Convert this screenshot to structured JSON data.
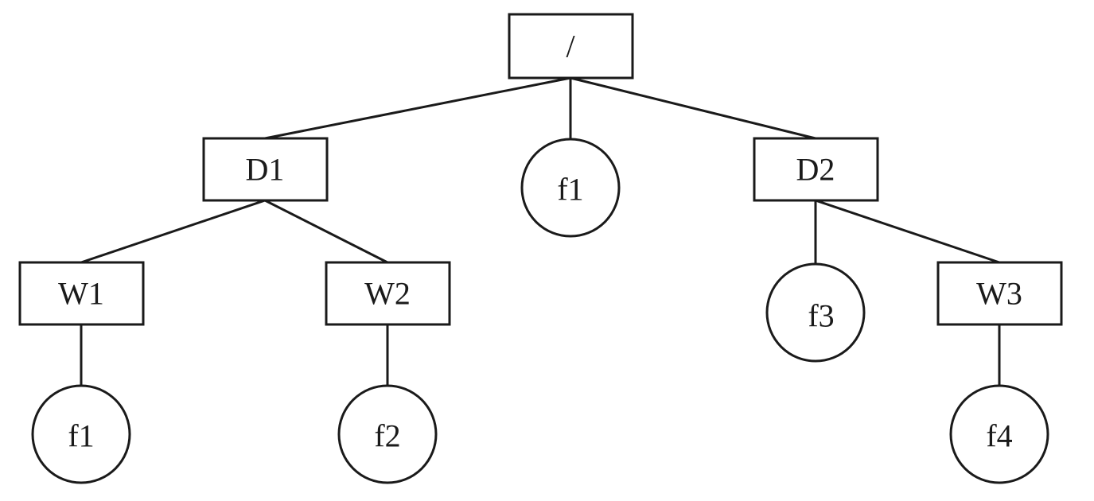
{
  "colors": {
    "stroke": "#1a1a1a",
    "background": "#ffffff"
  },
  "nodes": {
    "root": {
      "label": "/",
      "shape": "rect"
    },
    "d1": {
      "label": "D1",
      "shape": "rect"
    },
    "f1_top": {
      "label": "f1",
      "shape": "circle"
    },
    "d2": {
      "label": "D2",
      "shape": "rect"
    },
    "w1": {
      "label": "W1",
      "shape": "rect"
    },
    "w2": {
      "label": "W2",
      "shape": "rect"
    },
    "f3": {
      "label": "f3",
      "shape": "circle"
    },
    "w3": {
      "label": "W3",
      "shape": "rect"
    },
    "f1_bottom": {
      "label": "f1",
      "shape": "circle"
    },
    "f2": {
      "label": "f2",
      "shape": "circle"
    },
    "f4": {
      "label": "f4",
      "shape": "circle"
    }
  },
  "edges": [
    [
      "root",
      "d1"
    ],
    [
      "root",
      "f1_top"
    ],
    [
      "root",
      "d2"
    ],
    [
      "d1",
      "w1"
    ],
    [
      "d1",
      "w2"
    ],
    [
      "d2",
      "f3"
    ],
    [
      "d2",
      "w3"
    ],
    [
      "w1",
      "f1_bottom"
    ],
    [
      "w2",
      "f2"
    ],
    [
      "w3",
      "f4"
    ]
  ]
}
